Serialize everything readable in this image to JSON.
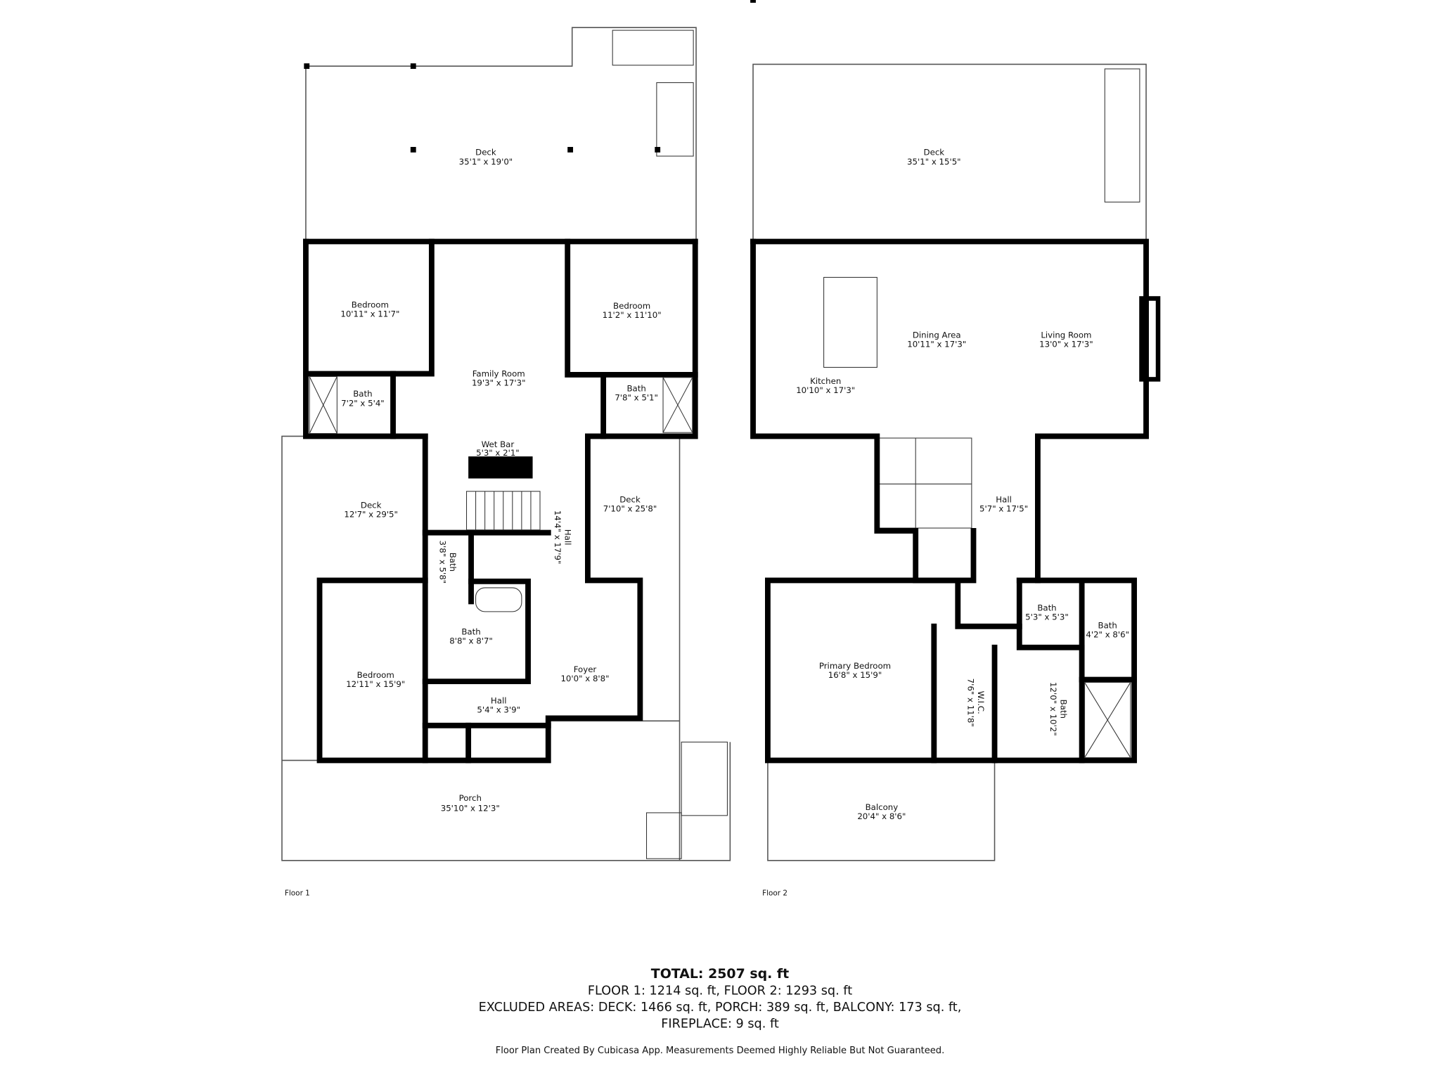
{
  "floors": [
    {
      "label": "Floor 1",
      "rooms": [
        {
          "name": "Deck",
          "dims": "35'1\" x 19'0\""
        },
        {
          "name": "Bedroom",
          "dims": "10'11\" x 11'7\""
        },
        {
          "name": "Family Room",
          "dims": "19'3\" x 17'3\""
        },
        {
          "name": "Bedroom",
          "dims": "11'2\" x 11'10\""
        },
        {
          "name": "Bath",
          "dims": "7'2\" x 5'4\""
        },
        {
          "name": "Bath",
          "dims": "7'8\" x 5'1\""
        },
        {
          "name": "Wet Bar",
          "dims": "5'3\" x 2'1\""
        },
        {
          "name": "Deck",
          "dims": "12'7\" x 29'5\""
        },
        {
          "name": "Deck",
          "dims": "7'10\" x 25'8\""
        },
        {
          "name": "Hall",
          "dims": "14'4\" x 17'9\""
        },
        {
          "name": "Bath",
          "dims": "3'8\" x 5'8\""
        },
        {
          "name": "Bath",
          "dims": "8'8\" x 8'7\""
        },
        {
          "name": "Bedroom",
          "dims": "12'11\" x 15'9\""
        },
        {
          "name": "Foyer",
          "dims": "10'0\" x 8'8\""
        },
        {
          "name": "Hall",
          "dims": "5'4\" x 3'9\""
        },
        {
          "name": "Porch",
          "dims": "35'10\" x 12'3\""
        }
      ]
    },
    {
      "label": "Floor 2",
      "rooms": [
        {
          "name": "Deck",
          "dims": "35'1\" x 15'5\""
        },
        {
          "name": "Dining Area",
          "dims": "10'11\" x 17'3\""
        },
        {
          "name": "Living Room",
          "dims": "13'0\" x 17'3\""
        },
        {
          "name": "Kitchen",
          "dims": "10'10\" x 17'3\""
        },
        {
          "name": "Hall",
          "dims": "5'7\" x 17'5\""
        },
        {
          "name": "Bath",
          "dims": "5'3\" x 5'3\""
        },
        {
          "name": "Bath",
          "dims": "4'2\" x 8'6\""
        },
        {
          "name": "Primary Bedroom",
          "dims": "16'8\" x 15'9\""
        },
        {
          "name": "W.I.C.",
          "dims": "7'6\" x 11'8\""
        },
        {
          "name": "Bath",
          "dims": "12'0\" x 10'2\""
        },
        {
          "name": "Balcony",
          "dims": "20'4\" x 8'6\""
        }
      ]
    }
  ],
  "summary": {
    "total": "TOTAL: 2507 sq. ft",
    "floors": "FLOOR 1: 1214 sq. ft, FLOOR 2: 1293 sq. ft",
    "excluded": "EXCLUDED AREAS: DECK: 1466 sq. ft, PORCH: 389 sq. ft, BALCONY: 173 sq. ft,",
    "excluded2": "FIREPLACE: 9 sq. ft",
    "disclaimer": "Floor Plan Created By Cubicasa App. Measurements Deemed Highly Reliable But Not Guaranteed."
  }
}
